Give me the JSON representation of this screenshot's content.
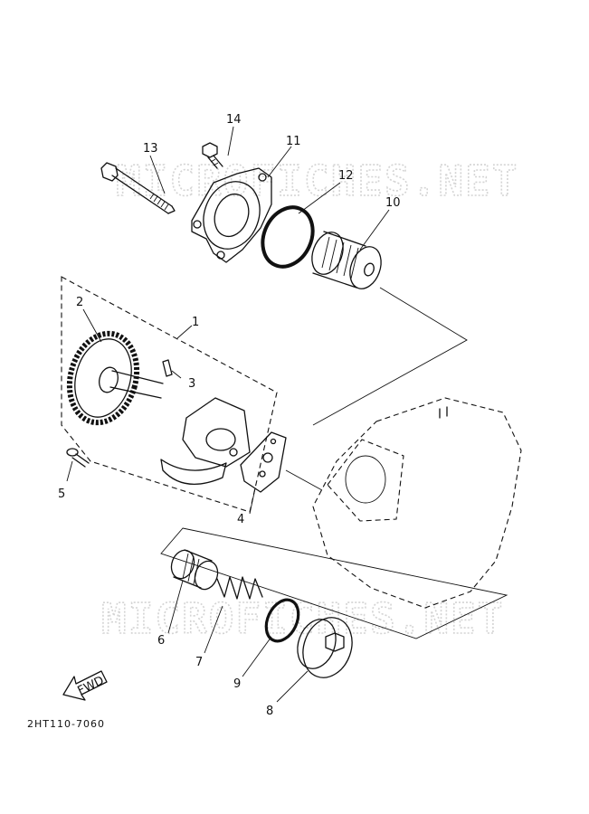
{
  "diagram": {
    "watermarks": [
      "MICROFICHES.NET",
      "MICROFICHES.NET"
    ],
    "part_code": "2HT110-7060",
    "fwd_label": "FWD",
    "callouts": [
      {
        "id": "c1",
        "label": "1"
      },
      {
        "id": "c2",
        "label": "2"
      },
      {
        "id": "c3",
        "label": "3"
      },
      {
        "id": "c4",
        "label": "4"
      },
      {
        "id": "c5",
        "label": "5"
      },
      {
        "id": "c6",
        "label": "6"
      },
      {
        "id": "c7",
        "label": "7"
      },
      {
        "id": "c8",
        "label": "8"
      },
      {
        "id": "c9",
        "label": "9"
      },
      {
        "id": "c10",
        "label": "10"
      },
      {
        "id": "c11",
        "label": "11"
      },
      {
        "id": "c12",
        "label": "12"
      },
      {
        "id": "c13",
        "label": "13"
      },
      {
        "id": "c14",
        "label": "14"
      }
    ]
  }
}
